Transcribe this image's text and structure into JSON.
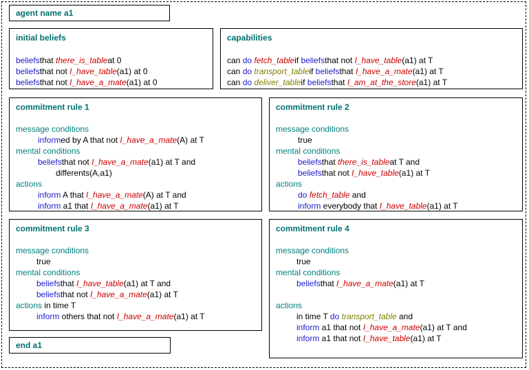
{
  "agent_header": "agent name a1",
  "end_footer": "end a1",
  "initial_beliefs": {
    "title": "initial beliefs",
    "lines": [
      [
        [
          "blue",
          "beliefs"
        ],
        [
          "",
          "that "
        ],
        [
          "red",
          "there_is_table"
        ],
        [
          "",
          "at 0"
        ]
      ],
      [
        [
          "blue",
          "beliefs"
        ],
        [
          "",
          "that not "
        ],
        [
          "red",
          "I_have_table"
        ],
        [
          "",
          "(a1) at 0"
        ]
      ],
      [
        [
          "blue",
          "beliefs"
        ],
        [
          "",
          "that not "
        ],
        [
          "red",
          "I_have_a_mate"
        ],
        [
          "",
          "(a1) at 0"
        ]
      ]
    ]
  },
  "capabilities": {
    "title": "capabilities",
    "lines": [
      [
        [
          "",
          "can "
        ],
        [
          "blue",
          "do "
        ],
        [
          "red",
          "fetch_table"
        ],
        [
          "",
          "if "
        ],
        [
          "blue",
          "beliefs"
        ],
        [
          "",
          "that not "
        ],
        [
          "red",
          "I_have_table"
        ],
        [
          "",
          "(a1) at T"
        ]
      ],
      [
        [
          "",
          "can "
        ],
        [
          "blue",
          "do "
        ],
        [
          "olive",
          "transport_table"
        ],
        [
          "",
          "if "
        ],
        [
          "blue",
          "beliefs"
        ],
        [
          "",
          "that "
        ],
        [
          "red",
          "I_have_a_mate"
        ],
        [
          "",
          "(a1) at T"
        ]
      ],
      [
        [
          "",
          "can "
        ],
        [
          "blue",
          "do "
        ],
        [
          "olive",
          "deliver_table"
        ],
        [
          "",
          "if "
        ],
        [
          "blue",
          "beliefs"
        ],
        [
          "",
          "that "
        ],
        [
          "red",
          "I_am_at_the_store"
        ],
        [
          "",
          "(a1) at T"
        ]
      ]
    ]
  },
  "rule1": {
    "title": "commitment rule 1",
    "lines": [
      {
        "indent": 0,
        "segs": [
          [
            "teal",
            "message conditions"
          ]
        ]
      },
      {
        "indent": 32,
        "segs": [
          [
            "blue",
            "inform"
          ],
          [
            "",
            "ed by A that not "
          ],
          [
            "red",
            "I_have_a_mate"
          ],
          [
            "",
            "(A) at T"
          ]
        ]
      },
      {
        "indent": 0,
        "segs": [
          [
            "teal",
            "mental conditions"
          ]
        ]
      },
      {
        "indent": 32,
        "segs": [
          [
            "blue",
            "beliefs"
          ],
          [
            "",
            "that not "
          ],
          [
            "red",
            "I_have_a_mate"
          ],
          [
            "",
            "(a1) at T and"
          ]
        ]
      },
      {
        "indent": 58,
        "segs": [
          [
            "",
            "differents(A,a1)"
          ]
        ]
      },
      {
        "indent": 0,
        "segs": [
          [
            "teal",
            "actions"
          ]
        ]
      },
      {
        "indent": 32,
        "segs": [
          [
            "blue",
            "inform"
          ],
          [
            "",
            " A that "
          ],
          [
            "red",
            "I_have_a_mate"
          ],
          [
            "",
            "(A) at T and"
          ]
        ]
      },
      {
        "indent": 32,
        "segs": [
          [
            "blue",
            "inform"
          ],
          [
            "",
            " a1 that "
          ],
          [
            "red",
            "I_have_a_mate"
          ],
          [
            "",
            "(a1) at T"
          ]
        ]
      }
    ]
  },
  "rule2": {
    "title": "commitment rule 2",
    "lines": [
      {
        "indent": 0,
        "segs": [
          [
            "teal",
            "message conditions"
          ]
        ]
      },
      {
        "indent": 32,
        "segs": [
          [
            "",
            "true"
          ]
        ]
      },
      {
        "indent": 0,
        "segs": [
          [
            "teal",
            "mental conditions"
          ]
        ]
      },
      {
        "indent": 32,
        "segs": [
          [
            "blue",
            "beliefs"
          ],
          [
            "",
            "that "
          ],
          [
            "red",
            "there_is_table"
          ],
          [
            "",
            "at T and"
          ]
        ]
      },
      {
        "indent": 32,
        "segs": [
          [
            "blue",
            "beliefs"
          ],
          [
            "",
            "that not "
          ],
          [
            "red",
            "I_have_table"
          ],
          [
            "",
            "(a1) at T"
          ]
        ]
      },
      {
        "indent": 0,
        "segs": [
          [
            "teal",
            "actions"
          ]
        ]
      },
      {
        "indent": 32,
        "segs": [
          [
            "blue",
            "do "
          ],
          [
            "red",
            "fetch_table"
          ],
          [
            "",
            " and"
          ]
        ]
      },
      {
        "indent": 32,
        "segs": [
          [
            "blue",
            "inform"
          ],
          [
            "",
            " everybody that "
          ],
          [
            "red",
            "I_have_table"
          ],
          [
            "",
            "(a1) at T"
          ]
        ]
      }
    ]
  },
  "rule3": {
    "title": "commitment rule 3",
    "lines": [
      {
        "indent": 0,
        "segs": [
          [
            "teal",
            "message conditions"
          ]
        ]
      },
      {
        "indent": 30,
        "segs": [
          [
            "",
            "true"
          ]
        ]
      },
      {
        "indent": 0,
        "segs": [
          [
            "teal",
            "mental conditions"
          ]
        ]
      },
      {
        "indent": 30,
        "segs": [
          [
            "blue",
            "beliefs"
          ],
          [
            "",
            "that "
          ],
          [
            "red",
            "I_have_table"
          ],
          [
            "",
            "(a1) at T and"
          ]
        ]
      },
      {
        "indent": 30,
        "segs": [
          [
            "blue",
            "beliefs"
          ],
          [
            "",
            "that not "
          ],
          [
            "red",
            "I_have_a_mate"
          ],
          [
            "",
            "(a1) at T"
          ]
        ]
      },
      {
        "indent": 0,
        "segs": [
          [
            "teal",
            "actions"
          ],
          [
            "",
            " in time T"
          ]
        ]
      },
      {
        "indent": 30,
        "segs": [
          [
            "blue",
            "inform"
          ],
          [
            "",
            " others that not "
          ],
          [
            "red",
            "I_have_a_mate"
          ],
          [
            "",
            "(a1) at T"
          ]
        ]
      }
    ]
  },
  "rule4": {
    "title": "commitment rule 4",
    "lines": [
      {
        "indent": 0,
        "segs": [
          [
            "teal",
            "message conditions"
          ]
        ]
      },
      {
        "indent": 30,
        "segs": [
          [
            "",
            "true"
          ]
        ]
      },
      {
        "indent": 0,
        "segs": [
          [
            "teal",
            "mental conditions"
          ]
        ]
      },
      {
        "indent": 30,
        "segs": [
          [
            "blue",
            "beliefs"
          ],
          [
            "",
            "that "
          ],
          [
            "red",
            "I_have_a_mate"
          ],
          [
            "",
            "(a1) at T"
          ]
        ]
      },
      {
        "indent": 0,
        "segs": [
          [
            "",
            ""
          ]
        ]
      },
      {
        "indent": 0,
        "segs": [
          [
            "teal",
            "actions"
          ]
        ]
      },
      {
        "indent": 30,
        "segs": [
          [
            "",
            "in time T "
          ],
          [
            "blue",
            "do "
          ],
          [
            "olive",
            "transport_table"
          ],
          [
            "",
            " and"
          ]
        ]
      },
      {
        "indent": 30,
        "segs": [
          [
            "blue",
            "inform"
          ],
          [
            "",
            " a1 that not "
          ],
          [
            "red",
            "I_have_a_mate"
          ],
          [
            "",
            "(a1) at T and"
          ]
        ]
      },
      {
        "indent": 30,
        "segs": [
          [
            "blue",
            "inform"
          ],
          [
            "",
            " a1 that not "
          ],
          [
            "red",
            "I_have_table"
          ],
          [
            "",
            "(a1) at  T"
          ]
        ]
      }
    ]
  }
}
